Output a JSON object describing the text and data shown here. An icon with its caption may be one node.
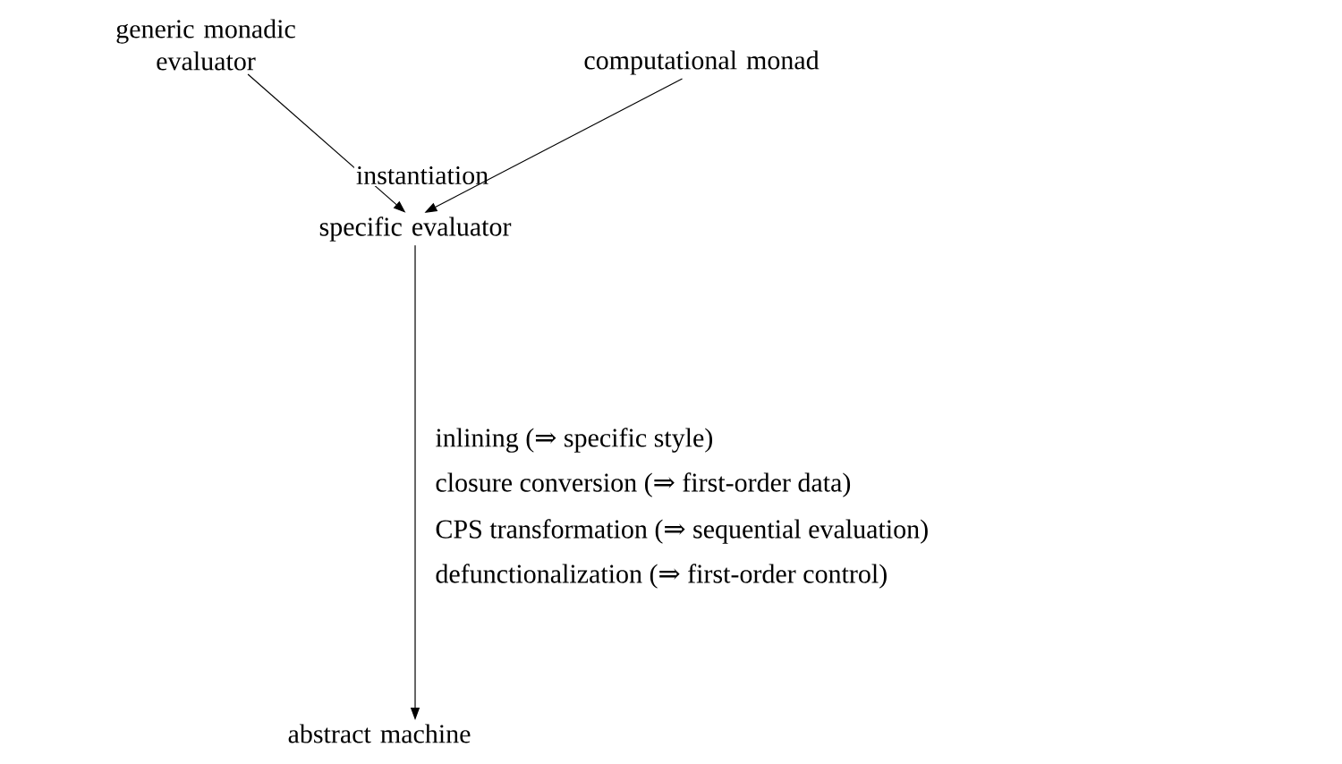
{
  "diagram": {
    "nodes": [
      {
        "text": [
          "generic monadic evaluator"
        ]
      },
      {
        "text": [
          "computational monad"
        ]
      },
      {
        "text": [
          "specific evaluator"
        ]
      },
      {
        "text": [
          "abstract machine"
        ]
      }
    ],
    "edges": [
      {
        "from": 0,
        "to": 2,
        "arrow": "to",
        "label": "instantiation"
      },
      {
        "from": 1,
        "to": 2,
        "arrow": "to"
      },
      {
        "from": 2,
        "to": 3,
        "arrow": "to"
      }
    ],
    "labels": [
      "inlining (⇒ specific style)",
      "closure conversion (⇒ first-order data)",
      "CPS transformation (⇒ sequential evaluation)",
      "defunctionalization (⇒ first-order control)"
    ]
  }
}
